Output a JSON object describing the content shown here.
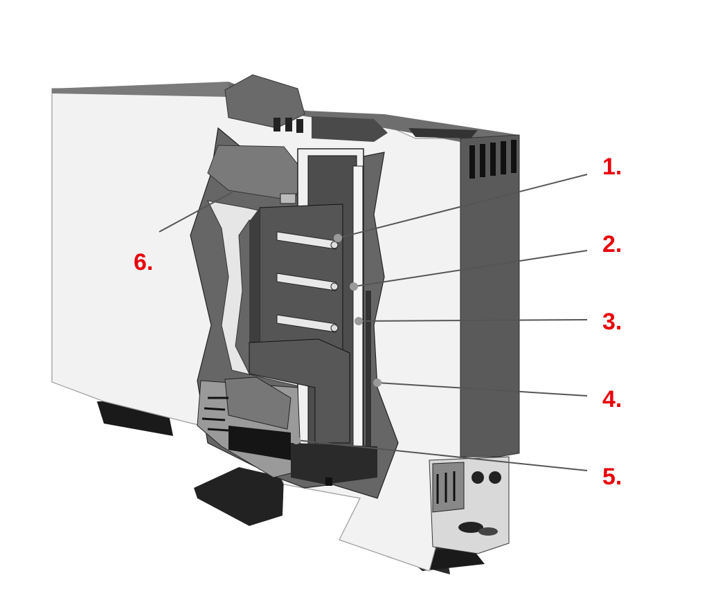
{
  "diagram": {
    "callouts": [
      {
        "id": "c1",
        "label": "1."
      },
      {
        "id": "c2",
        "label": "2."
      },
      {
        "id": "c3",
        "label": "3."
      },
      {
        "id": "c4",
        "label": "4."
      },
      {
        "id": "c5",
        "label": "5."
      },
      {
        "id": "c6",
        "label": "6."
      }
    ],
    "colors": {
      "label_red": "#e8000b",
      "leader_gray": "#555555",
      "dot_gray": "#9a9a9a",
      "case_white": "#f2f2f2",
      "dark_insulation": "#5a5a5a",
      "core_block": "#4a4a4a",
      "rod_white": "#e8e8e8",
      "black": "#111111"
    }
  }
}
